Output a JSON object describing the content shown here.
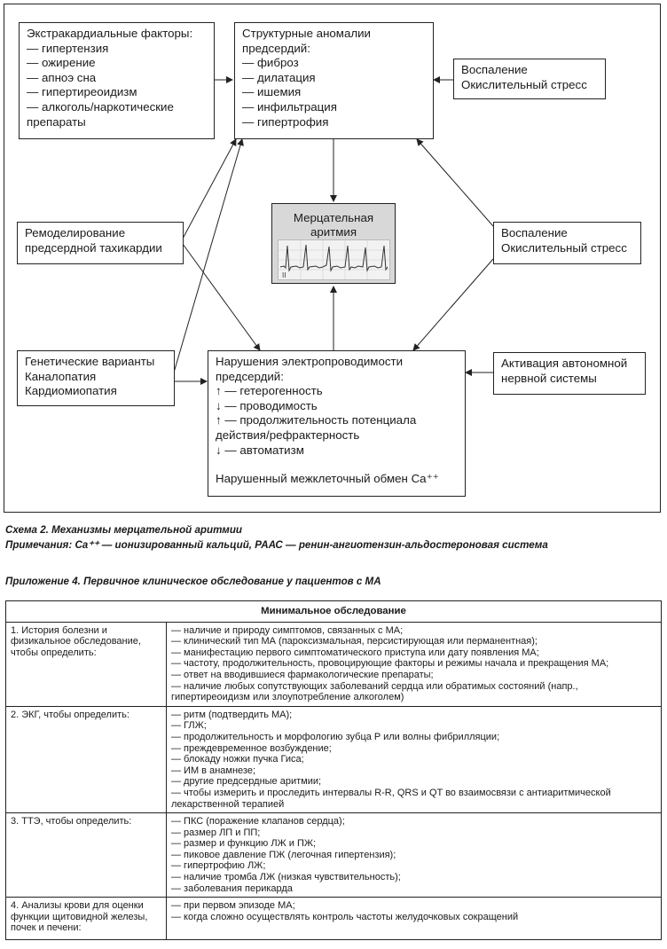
{
  "diagram": {
    "extracardiac": {
      "lines": [
        "Экстракардиальные факторы:",
        "— гипертензия",
        "— ожирение",
        "— апноэ сна",
        "— гипертиреоидизм",
        "— алкоголь/наркотические",
        "препараты"
      ]
    },
    "structural": {
      "lines": [
        "Структурные аномалии",
        "предсердий:",
        "— фиброз",
        "— дилатация",
        "— ишемия",
        "— инфильтрация",
        "— гипертрофия"
      ]
    },
    "inflammation_top": {
      "lines": [
        "Воспаление",
        "Окислительный стресс"
      ]
    },
    "remodeling": {
      "lines": [
        "Ремоделирование",
        "предсердной тахикардии"
      ]
    },
    "center": {
      "lines": [
        "Мерцательная",
        "аритмия"
      ],
      "ecg_lead": "II"
    },
    "inflammation_right": {
      "lines": [
        "Воспаление",
        "Окислительный стресс"
      ]
    },
    "genetic": {
      "lines": [
        "Генетические варианты",
        "Каналопатия",
        "Кардиомиопатия"
      ]
    },
    "conduction": {
      "lines": [
        "Нарушения электропроводимости",
        "предсердий:",
        "↑ — гетерогенность",
        "↓ — проводимость",
        "↑ — продолжительность потенциала",
        "действия/рефрактерность",
        "↓ — автоматизм"
      ],
      "footer": "Нарушенный межклеточный обмен Ca⁺⁺"
    },
    "autonomic": {
      "lines": [
        "Активация автономной",
        "нервной системы"
      ]
    }
  },
  "caption": {
    "title": "Схема 2. Механизмы мерцательной аритмии",
    "note": "Примечания: Ca⁺⁺ — ионизированный кальций, РААС — ренин-ангиотензин-альдостероновая система"
  },
  "appendix_title": "Приложение 4. Первичное клиническое обследование у пациентов с МА",
  "table": {
    "header": "Минимальное обследование",
    "rows": [
      {
        "label": "1. История болезни и физикальное обследование, чтобы определить:",
        "items": [
          "— наличие и природу симптомов, связанных с МА;",
          "— клинический тип МА (пароксизмальная, персистирующая или перманентная);",
          "— манифестацию первого симптоматического приступа или дату появления МА;",
          "— частоту, продолжительность, провоцирующие факторы и режимы начала и прекращения МА;",
          "— ответ на вводившиеся фармакологические препараты;",
          "— наличие любых сопутствующих заболеваний сердца или обратимых состояний (напр., гипертиреоидизм или злоупотребление алкоголем)"
        ]
      },
      {
        "label": "2. ЭКГ, чтобы определить:",
        "items": [
          "— ритм (подтвердить МА);",
          "— ГЛЖ;",
          "— продолжительность и морфологию зубца P или волны фибрилляции;",
          "— преждевременное возбуждение;",
          "— блокаду ножки пучка Гиса;",
          "— ИМ в анамнезе;",
          "— другие предсердные аритмии;",
          "— чтобы измерить и проследить интервалы R-R, QRS и QT во взаимосвязи с антиаритмической лекарственной терапией"
        ]
      },
      {
        "label": "3. ТТЭ, чтобы определить:",
        "items": [
          "— ПКС (поражение клапанов сердца);",
          "— размер ЛП и ПП;",
          "— размер и функцию ЛЖ и ПЖ;",
          "— пиковое давление ПЖ (легочная гипертензия);",
          "— гипертрофию ЛЖ;",
          "— наличие тромба ЛЖ (низкая чувствительность);",
          "— заболевания перикарда"
        ]
      },
      {
        "label": "4. Анализы крови для оценки функции щитовидной железы, почек и печени:",
        "items": [
          "— при первом эпизоде МА;",
          "— когда сложно осуществлять контроль частоты желудочковых сокращений"
        ]
      }
    ]
  }
}
